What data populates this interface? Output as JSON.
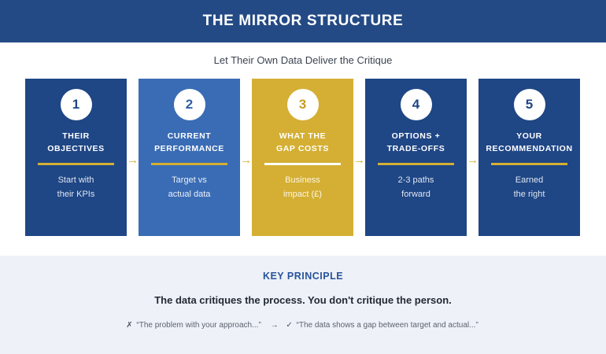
{
  "header": {
    "title": "THE MIRROR STRUCTURE"
  },
  "subtitle": "Let Their Own Data Deliver the Critique",
  "arrow_glyph": "→",
  "colors": {
    "header_bg": "#234a85",
    "navy": "#1f4685",
    "blue": "#3a6cb5",
    "gold": "#d4af33",
    "panel_bg": "#eef1f7",
    "accent_text": "#28549b"
  },
  "cards": [
    {
      "number": "1",
      "title_line1": "THEIR",
      "title_line2": "OBJECTIVES",
      "body_line1": "Start with",
      "body_line2": "their KPIs",
      "theme": "navy"
    },
    {
      "number": "2",
      "title_line1": "CURRENT",
      "title_line2": "PERFORMANCE",
      "body_line1": "Target vs",
      "body_line2": "actual data",
      "theme": "blue"
    },
    {
      "number": "3",
      "title_line1": "WHAT THE",
      "title_line2": "GAP COSTS",
      "body_line1": "Business",
      "body_line2": "impact (£)",
      "theme": "gold"
    },
    {
      "number": "4",
      "title_line1": "OPTIONS +",
      "title_line2": "TRADE-OFFS",
      "body_line1": "2-3 paths",
      "body_line2": "forward",
      "theme": "navy"
    },
    {
      "number": "5",
      "title_line1": "YOUR",
      "title_line2": "RECOMMENDATION",
      "body_line1": "Earned",
      "body_line2": "the right",
      "theme": "navy"
    }
  ],
  "principle": {
    "heading": "KEY PRINCIPLE",
    "statement": "The data critiques the process. You don't critique the person.",
    "example": {
      "cross_icon": "✗",
      "bad_quote": "“The problem with your approach...”",
      "arrow": "→",
      "check_icon": "✓",
      "good_quote": "“The data shows a gap between target and actual...”"
    }
  }
}
